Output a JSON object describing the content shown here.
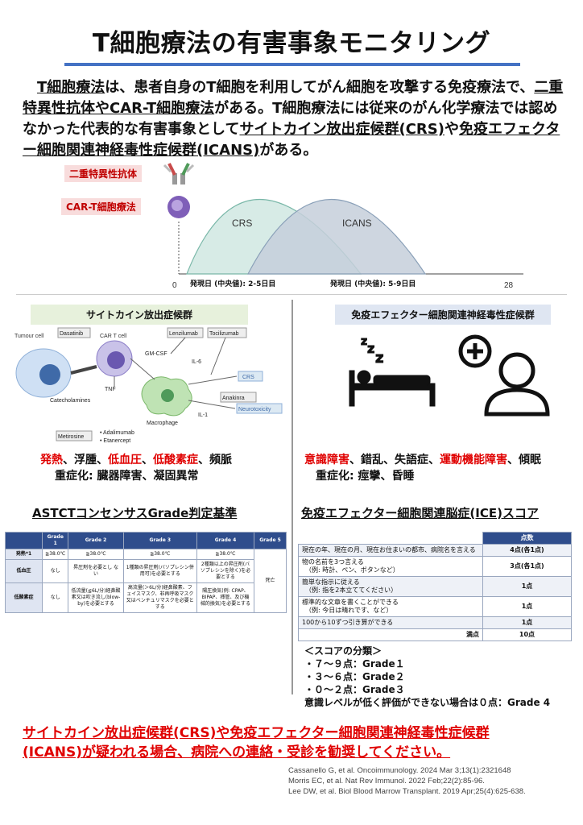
{
  "title": "T細胞療法の有害事象モニタリング",
  "intro": {
    "p1": "T細胞療法",
    "p2": "は、患者自身のT細胞を利用してがん細胞を攻撃する免疫療法で、",
    "p3": "二重特異性抗体やCAR-T細胞療法",
    "p4": "がある。T細胞療法には従来のがん化学療法では認めなかった代表的な有害事象として",
    "p5": "サイトカイン放出症候群(CRS)",
    "p6": "や",
    "p7": "免疫エフェクター細胞関連神経毒性症候群(ICANS)",
    "p8": "がある。"
  },
  "timeline": {
    "tag1": "二重特異性抗体",
    "tag2": "CAR-T細胞療法",
    "crs_label": "CRS",
    "icans_label": "ICANS",
    "axis_start": "0",
    "axis_end": "28",
    "onset_crs": "発現日 (中央値): 2-5日目",
    "onset_icans": "発現日 (中央値): 5-9日目",
    "colors": {
      "crs": "#d7ebe6",
      "icans": "#c6cfdb",
      "crs_stroke": "#79b7a8",
      "icans_stroke": "#8aa0b8"
    }
  },
  "crs_section": {
    "heading": "サイトカイン放出症候群",
    "diagram": {
      "tumour": "Tumour cell",
      "dasatinib": "Dasatinib",
      "cart": "CAR T cell",
      "lenzilumab": "Lenzilumab",
      "tocilizumab": "Tocilizumab",
      "gmcsf": "GM-CSF",
      "il6": "IL-6",
      "crs": "CRS",
      "tnf": "TNF",
      "catecholamines": "Catecholamines",
      "anakinra": "Anakinra",
      "neurotoxicity": "Neurotoxicity",
      "macrophage": "Macrophage",
      "il1": "IL-1",
      "metirosine": "Metirosine",
      "adalimumab": "• Adalimumab",
      "etanercept": "• Etanercept"
    },
    "sym_line1": [
      {
        "t": "発熱",
        "red": true
      },
      {
        "t": "、浮腫、",
        "red": false
      },
      {
        "t": "低血圧",
        "red": true
      },
      {
        "t": "、",
        "red": false
      },
      {
        "t": "低酸素症",
        "red": true
      },
      {
        "t": "、頻脈",
        "red": false
      }
    ],
    "sym_line2": "重症化: 臓器障害、凝固異常"
  },
  "icans_section": {
    "heading": "免疫エフェクター細胞関連神経毒性症候群",
    "sym_line1": [
      {
        "t": "意識障害",
        "red": true
      },
      {
        "t": "、錯乱、失語症、",
        "red": false
      },
      {
        "t": "運動機能障害",
        "red": true
      },
      {
        "t": "、傾眠",
        "red": false
      }
    ],
    "sym_line2": "重症化: 痙攣、昏睡"
  },
  "astct": {
    "heading": "ASTCTコンセンサスGrade判定基準",
    "headers": [
      "",
      "Grade 1",
      "Grade 2",
      "Grade 3",
      "Grade 4",
      "Grade 5"
    ],
    "rows": [
      [
        "発熱*1",
        "≧38.0℃",
        "≧38.0℃",
        "≧38.0℃",
        "≧38.0℃"
      ],
      [
        "低血圧",
        "なし",
        "昇圧剤を必要とし ない",
        "1種類の昇圧剤(バソプレシン併用可)を必要とする",
        "2種類以上の昇圧剤(バソプレシンを除く)を必要とする"
      ],
      [
        "低酸素症",
        "なし",
        "低流量(≦6L/分)経鼻酸素又は吹き流し(blow-by)を必要とする",
        "高流量(＞6L/分)経鼻酸素、フェイスマスク、非再呼吸マスク又はベンチュリマスクを必要とする",
        "陽圧換気(例: CPAP、BIPAP、挿管、及び機械的換気)を必要とする"
      ]
    ],
    "grade5": "死亡"
  },
  "ice": {
    "heading": "免疫エフェクター細胞関連脳症(ICE)スコア",
    "points_header": "点数",
    "rows": [
      [
        "現在の年、現在の月、現在お住まいの都市、病院名を言える",
        "4点(各1点)"
      ],
      [
        "物の名前を3つ言える\n（例: 時計、ペン、ボタンなど）",
        "3点(各1点)"
      ],
      [
        "簡単な指示に従える\n（例: 指を2本立ててください）",
        "1点"
      ],
      [
        "標準的な文章を書くことができる\n（例: 今日は晴れです、など）",
        "1点"
      ],
      [
        "100から10ずつ引き算ができる",
        "1点"
      ]
    ],
    "total_label": "満点",
    "total_value": "10点",
    "classification": [
      "＜スコアの分類＞",
      "・７〜９点：Grade１",
      "・３〜６点：Grade２",
      "・０〜２点：Grade３",
      "意識レベルが低く評価ができない場合は０点：Grade 4"
    ]
  },
  "warning": {
    "line1": "サイトカイン放出症候群(CRS)や免疫エフェクター細胞関連神経毒性症候群",
    "line2": "(ICANS)が疑われる場合、病院への連絡・受診を勧奨してください。"
  },
  "references": [
    "Cassanello G, et al. Oncoimmunology. 2024 Mar 3;13(1):2321648",
    "Morris EC, et al. Nat Rev Immunol. 2022 Feb;22(2):85-96.",
    "Lee DW, et al. Biol Blood Marrow Transplant. 2019 Apr;25(4):625-638."
  ],
  "icons": {
    "sleep": "sleeping-bed-icon",
    "confused": "confused-person-icon",
    "antibody": "bispecific-antibody-icon",
    "cell": "car-t-cell-icon"
  }
}
